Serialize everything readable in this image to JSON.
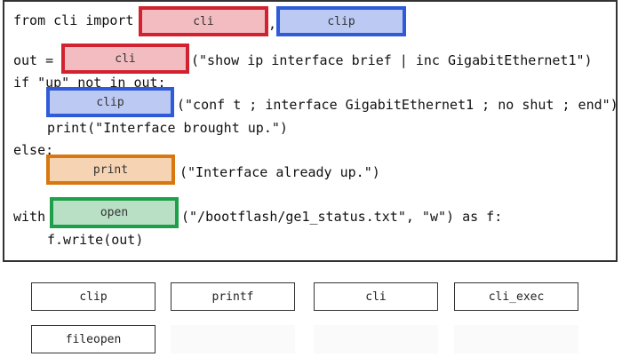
{
  "code": {
    "line1_pre": "from cli import",
    "line1_sep": ",",
    "line2_pre": "out =",
    "line2_post": "(\"show ip interface brief | inc GigabitEthernet1\")",
    "line3": "if \"up\" not in out:",
    "line4_post": "(\"conf t ; interface GigabitEthernet1 ; no shut ; end\")",
    "line5": "print(\"Interface brought up.\")",
    "line6": "else:",
    "line7_post": "(\"Interface already up.\")",
    "line8_pre": "with",
    "line8_post": "(\"/bootflash/ge1_status.txt\", \"w\") as f:",
    "line9": "f.write(out)"
  },
  "slots": {
    "import_1": "cli",
    "import_2": "clip",
    "out_call": "cli",
    "config_call": "clip",
    "else_call": "print",
    "with_call": "open"
  },
  "tiles": [
    "clip",
    "printf",
    "cli",
    "cli_exec",
    "fileopen"
  ],
  "colors": {
    "red": "#d1232f",
    "blue": "#2f5bd8",
    "orange": "#d9770f",
    "green": "#1ea04a"
  }
}
